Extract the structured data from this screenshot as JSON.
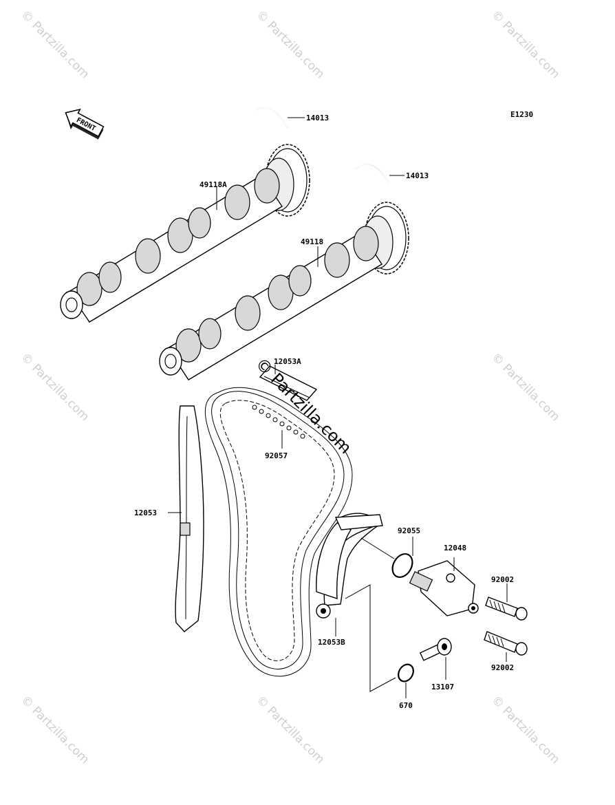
{
  "diagram_code": "E1230",
  "front_label": "FRONT",
  "watermark": "© Partzilla.com",
  "center_watermark": "© Partzilla.com",
  "labels": {
    "wire_clip_top": "14013",
    "wire_clip_right": "14013",
    "camshaft_a": "49118A",
    "camshaft": "49118",
    "guide_12053a": "12053A",
    "chain": "92057",
    "guide_12053": "12053",
    "oring_92055": "92055",
    "tensioner": "12048",
    "bolt_top": "92002",
    "bolt_bottom": "92002",
    "guide_12053b": "12053B",
    "plug_13107": "13107",
    "oring_670": "670"
  }
}
